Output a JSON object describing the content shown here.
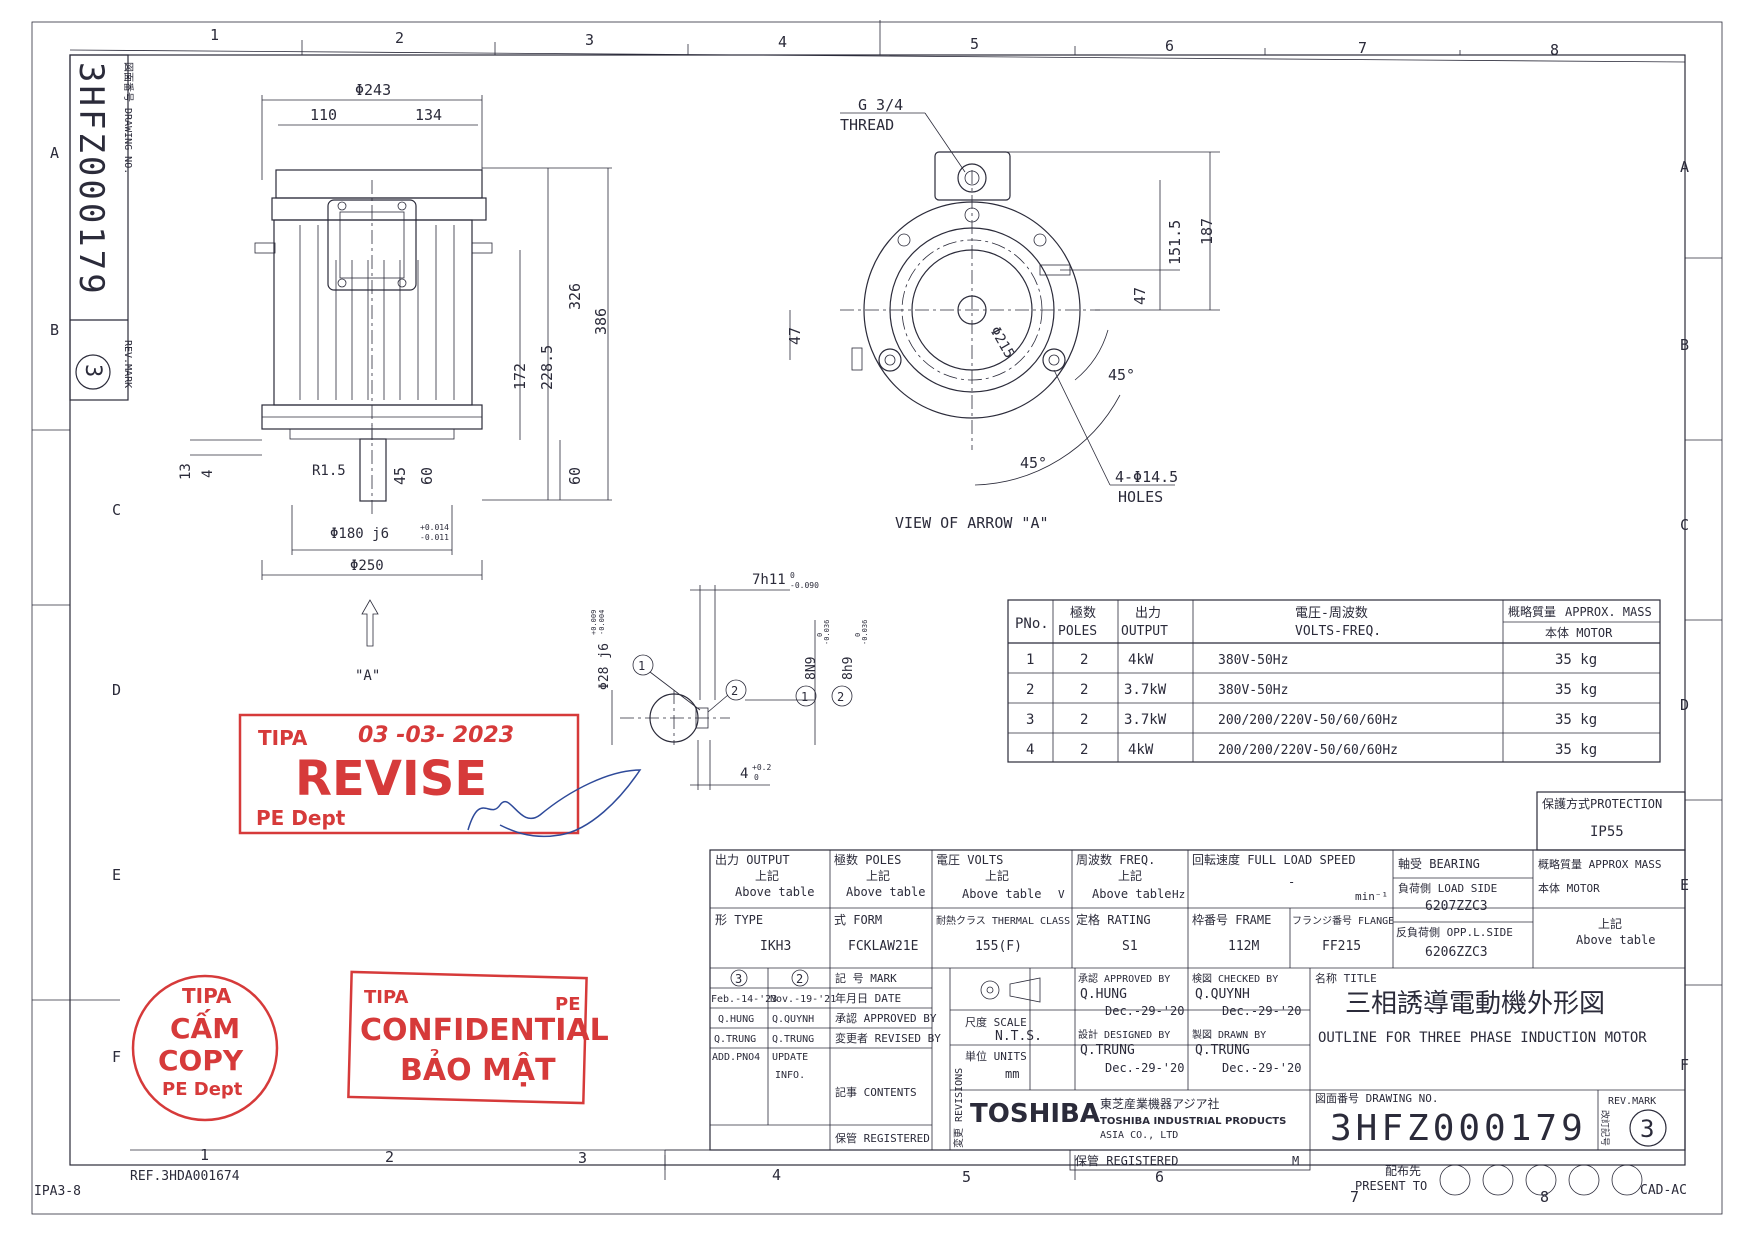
{
  "zones": {
    "top": [
      "1",
      "2",
      "3",
      "4",
      "5",
      "6",
      "7",
      "8"
    ],
    "bottom": [
      "1",
      "2",
      "3",
      "4",
      "5",
      "6",
      "7",
      "8"
    ],
    "left": [
      "A",
      "B",
      "C",
      "D",
      "E",
      "F"
    ],
    "right": [
      "A",
      "B",
      "C",
      "D",
      "E",
      "F"
    ]
  },
  "side_block": {
    "drawing_no_label": "図面番号 DRAWING NO.",
    "drawing_no": "3HFZ000179",
    "rev_label": "REV.MARK",
    "rev_mark": "3"
  },
  "side_view": {
    "dims": {
      "d243": "Φ243",
      "d110": "110",
      "d134": "134",
      "d326": "326",
      "d386": "386",
      "d172": "172",
      "d2285": "228.5",
      "d60": "60",
      "d60b": "60",
      "d45": "45",
      "d13": "13",
      "d4": "4",
      "r15": "R1.5",
      "spigot": "Φ180 j6",
      "spigot_tol_top": "+0.014",
      "spigot_tol_bot": "-0.011",
      "d250": "Φ250"
    },
    "arrow_label": "\"A\""
  },
  "front_view": {
    "thread_size": "G 3/4",
    "thread_label": "THREAD",
    "d1515": "151.5",
    "d187": "187",
    "d47a": "47",
    "d47b": "47",
    "d215": "Φ215",
    "ang45a": "45°",
    "ang45b": "45°",
    "holes_count": "4-Φ14.5",
    "holes_label": "HOLES",
    "caption": "VIEW OF ARROW \"A\""
  },
  "shaft_detail": {
    "key_width": "7h11",
    "key_width_tol_top": "0",
    "key_width_tol_bot": "-0.090",
    "shaft_dia": "Φ28 j6",
    "shaft_tol_top": "+0.009",
    "shaft_tol_bot": "-0.004",
    "slot1_mark": "1",
    "slot1": "8N9",
    "slot1_tol_top": "0",
    "slot1_tol_bot": "-0.036",
    "slot2_mark": "2",
    "slot2": "8h9",
    "slot2_tol_top": "0",
    "slot2_tol_bot": "-0.036",
    "depth": "4",
    "depth_tol_top": "+0.2",
    "depth_tol_bot": "0"
  },
  "rating_table": {
    "headers": {
      "pno": "PNo.",
      "poles_jp": "極数",
      "poles_en": "POLES",
      "output_jp": "出力",
      "output_en": "OUTPUT",
      "volts_jp": "電圧-周波数",
      "volts_en": "VOLTS-FREQ.",
      "mass_jp": "概略質量",
      "mass_en": "APPROX. MASS",
      "mass_sub": "本体 MOTOR"
    },
    "rows": [
      {
        "pno": "1",
        "poles": "2",
        "output": "4kW",
        "volts": "380V-50Hz",
        "mass": "35 kg"
      },
      {
        "pno": "2",
        "poles": "2",
        "output": "3.7kW",
        "volts": "380V-50Hz",
        "mass": "35 kg"
      },
      {
        "pno": "3",
        "poles": "2",
        "output": "3.7kW",
        "volts": "200/200/220V-50/60/60Hz",
        "mass": "35 kg"
      },
      {
        "pno": "4",
        "poles": "2",
        "output": "4kW",
        "volts": "200/200/220V-50/60/60Hz",
        "mass": "35 kg"
      }
    ]
  },
  "protection": {
    "label": "保護方式PROTECTION",
    "value": "IP55"
  },
  "spec_block": {
    "output_label": "出力 OUTPUT",
    "output_val1": "上記",
    "output_val2": "Above table",
    "poles_label": "極数 POLES",
    "poles_val1": "上記",
    "poles_val2": "Above table",
    "volts_label": "電圧 VOLTS",
    "volts_val1": "上記",
    "volts_val2": "Above table",
    "volts_unit": "V",
    "freq_label": "周波数 FREQ.",
    "freq_val1": "上記",
    "freq_val2": "Above table",
    "freq_unit": "Hz",
    "speed_label": "回転速度 FULL LOAD SPEED",
    "speed_val": "-",
    "speed_unit": "min⁻¹",
    "bearing_label": "軸受  BEARING",
    "load_side_label": "負荷側 LOAD SIDE",
    "load_side": "6207ZZC3",
    "opp_side_label": "反負荷側 OPP.L.SIDE",
    "opp_side": "6206ZZC3",
    "mass_label": "概略質量 APPROX MASS",
    "mass_motor": "本体  MOTOR",
    "mass_val1": "上記",
    "mass_val2": "Above table",
    "type_label": "形  TYPE",
    "type_val": "IKH3",
    "form_label": "式  FORM",
    "form_val": "FCKLAW21E",
    "thermal_label": "耐熱クラス THERMAL CLASS",
    "thermal_val": "155(F)",
    "rating_label": "定格  RATING",
    "rating_val": "S1",
    "frame_label": "枠番号 FRAME",
    "frame_val": "112M",
    "flange_label": "フランジ番号 FLANGE",
    "flange_val": "FF215"
  },
  "revisions": {
    "rev3": "3",
    "rev2": "2",
    "mark_label": "記  号 MARK",
    "date3": "Feb.-14-'23",
    "date2": "Nov.-19-'21",
    "date_label": "年月日 DATE",
    "appr3": "Q.HUNG",
    "appr2": "Q.QUYNH",
    "appr_label": "承認 APPROVED BY",
    "revby3": "Q.TRUNG",
    "revby2": "Q.TRUNG",
    "revby_label": "変更者 REVISED BY",
    "content3a": "ADD.PNO4",
    "content2a": "UPDATE",
    "content2b": "INFO.",
    "contents_label": "記事 CONTENTS",
    "registered_label": "保管 REGISTERED",
    "side_label": "変更 REVISIONS"
  },
  "title_block": {
    "scale_label": "尺度 SCALE",
    "scale_val": "N.T.S.",
    "units_label": "単位 UNITS",
    "units_val": "mm",
    "approved_label": "承認 APPROVED BY",
    "approved_name": "Q.HUNG",
    "approved_date": "Dec.-29-'20",
    "checked_label": "検図 CHECKED BY",
    "checked_name": "Q.QUYNH",
    "checked_date": "Dec.-29-'20",
    "designed_label": "設計 DESIGNED BY",
    "designed_name": "Q.TRUNG",
    "designed_date": "Dec.-29-'20",
    "drawn_label": "製図 DRAWN BY",
    "drawn_name": "Q.TRUNG",
    "drawn_date": "Dec.-29-'20",
    "title_label": "名称 TITLE",
    "title_jp": "三相誘導電動機外形図",
    "title_en": "OUTLINE FOR THREE PHASE INDUCTION MOTOR",
    "company_logo": "TOSHIBA",
    "company_jp": "東芝産業機器アジア社",
    "company_en1": "TOSHIBA INDUSTRIAL PRODUCTS",
    "company_en2": "ASIA CO., LTD",
    "dwg_label": "図面番号 DRAWING NO.",
    "dwg_no": "3HFZ000179",
    "rev_label": "REV.MARK",
    "rev_side": "改訂記号",
    "rev_val": "3",
    "registered_label": "保管 REGISTERED",
    "registered_mark": "M",
    "present_jp": "配布先",
    "present_en": "PRESENT TO"
  },
  "footer": {
    "ref": "REF.3HDA001674",
    "sheet_code": "IPA3-8",
    "cad": "CAD-AC"
  },
  "stamps": {
    "revise_company": "TIPA",
    "revise_date": "03 -03- 2023",
    "revise_word": "REVISE",
    "revise_dept": "PE Dept",
    "copy_l1": "TIPA",
    "copy_l2": "CẤM",
    "copy_l3": "COPY",
    "copy_l4": "PE Dept",
    "conf_company": "TIPA",
    "conf_dept": "PE",
    "conf_l1": "CONFIDENTIAL",
    "conf_l2": "BẢO MẬT"
  },
  "colors": {
    "ink": "#2b2b3a",
    "stamp": "#d63a3a",
    "signature": "#2e4a9a"
  }
}
